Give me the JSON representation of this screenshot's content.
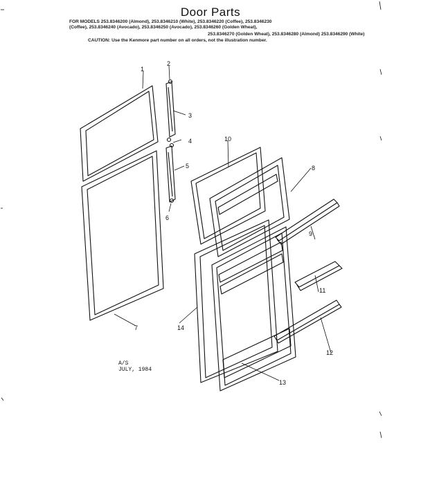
{
  "title": "Door Parts",
  "header_lines": [
    "FOR MODELS 253.8346200 (Almond), 253.8346210 (White), 253.8346220 (Coffee), 253.8346230",
    "(Coffee), 253.8346240 (Avocado), 253.8346250 (Avocado), 253.8346260 (Golden Wheat),",
    "253.8346270 (Golden Wheat), 253.8346280 (Almond) 253.8346290 (White)"
  ],
  "caution": "CAUTION: Use the Kenmore part number on all orders, not the illustration number.",
  "stamp": [
    "A/S",
    "JULY, 1984"
  ],
  "callouts": [
    "1",
    "2",
    "3",
    "4",
    "5",
    "6",
    "7",
    "8",
    "9",
    "10",
    "11",
    "12",
    "13",
    "14"
  ]
}
